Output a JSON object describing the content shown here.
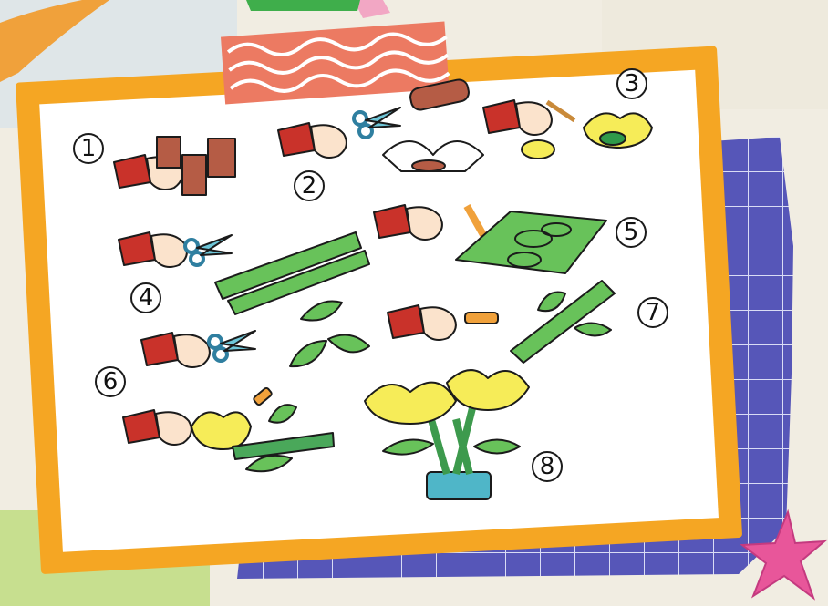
{
  "header": {
    "title_fragment": ""
  },
  "colors": {
    "board_frame": "#f5a623",
    "board_paper": "#ffffff",
    "tape": "#ec7a62",
    "grid_paper": "#5656b8",
    "star": "#e8569a",
    "sleeve": "#c9322a",
    "leaf": "#68c25a",
    "petal": "#f6ec58"
  },
  "steps": [
    {
      "number": "1",
      "icon": "cardboard-tubes-icon"
    },
    {
      "number": "2",
      "icon": "cut-tube-petals-icon"
    },
    {
      "number": "3",
      "icon": "paint-petals-icon"
    },
    {
      "number": "4",
      "icon": "cut-green-strips-icon"
    },
    {
      "number": "5",
      "icon": "draw-leaves-icon"
    },
    {
      "number": "6",
      "icon": "cut-leaves-icon"
    },
    {
      "number": "7",
      "icon": "glue-leaves-icon"
    },
    {
      "number": "8",
      "icon": "finished-flowers-icon"
    }
  ]
}
